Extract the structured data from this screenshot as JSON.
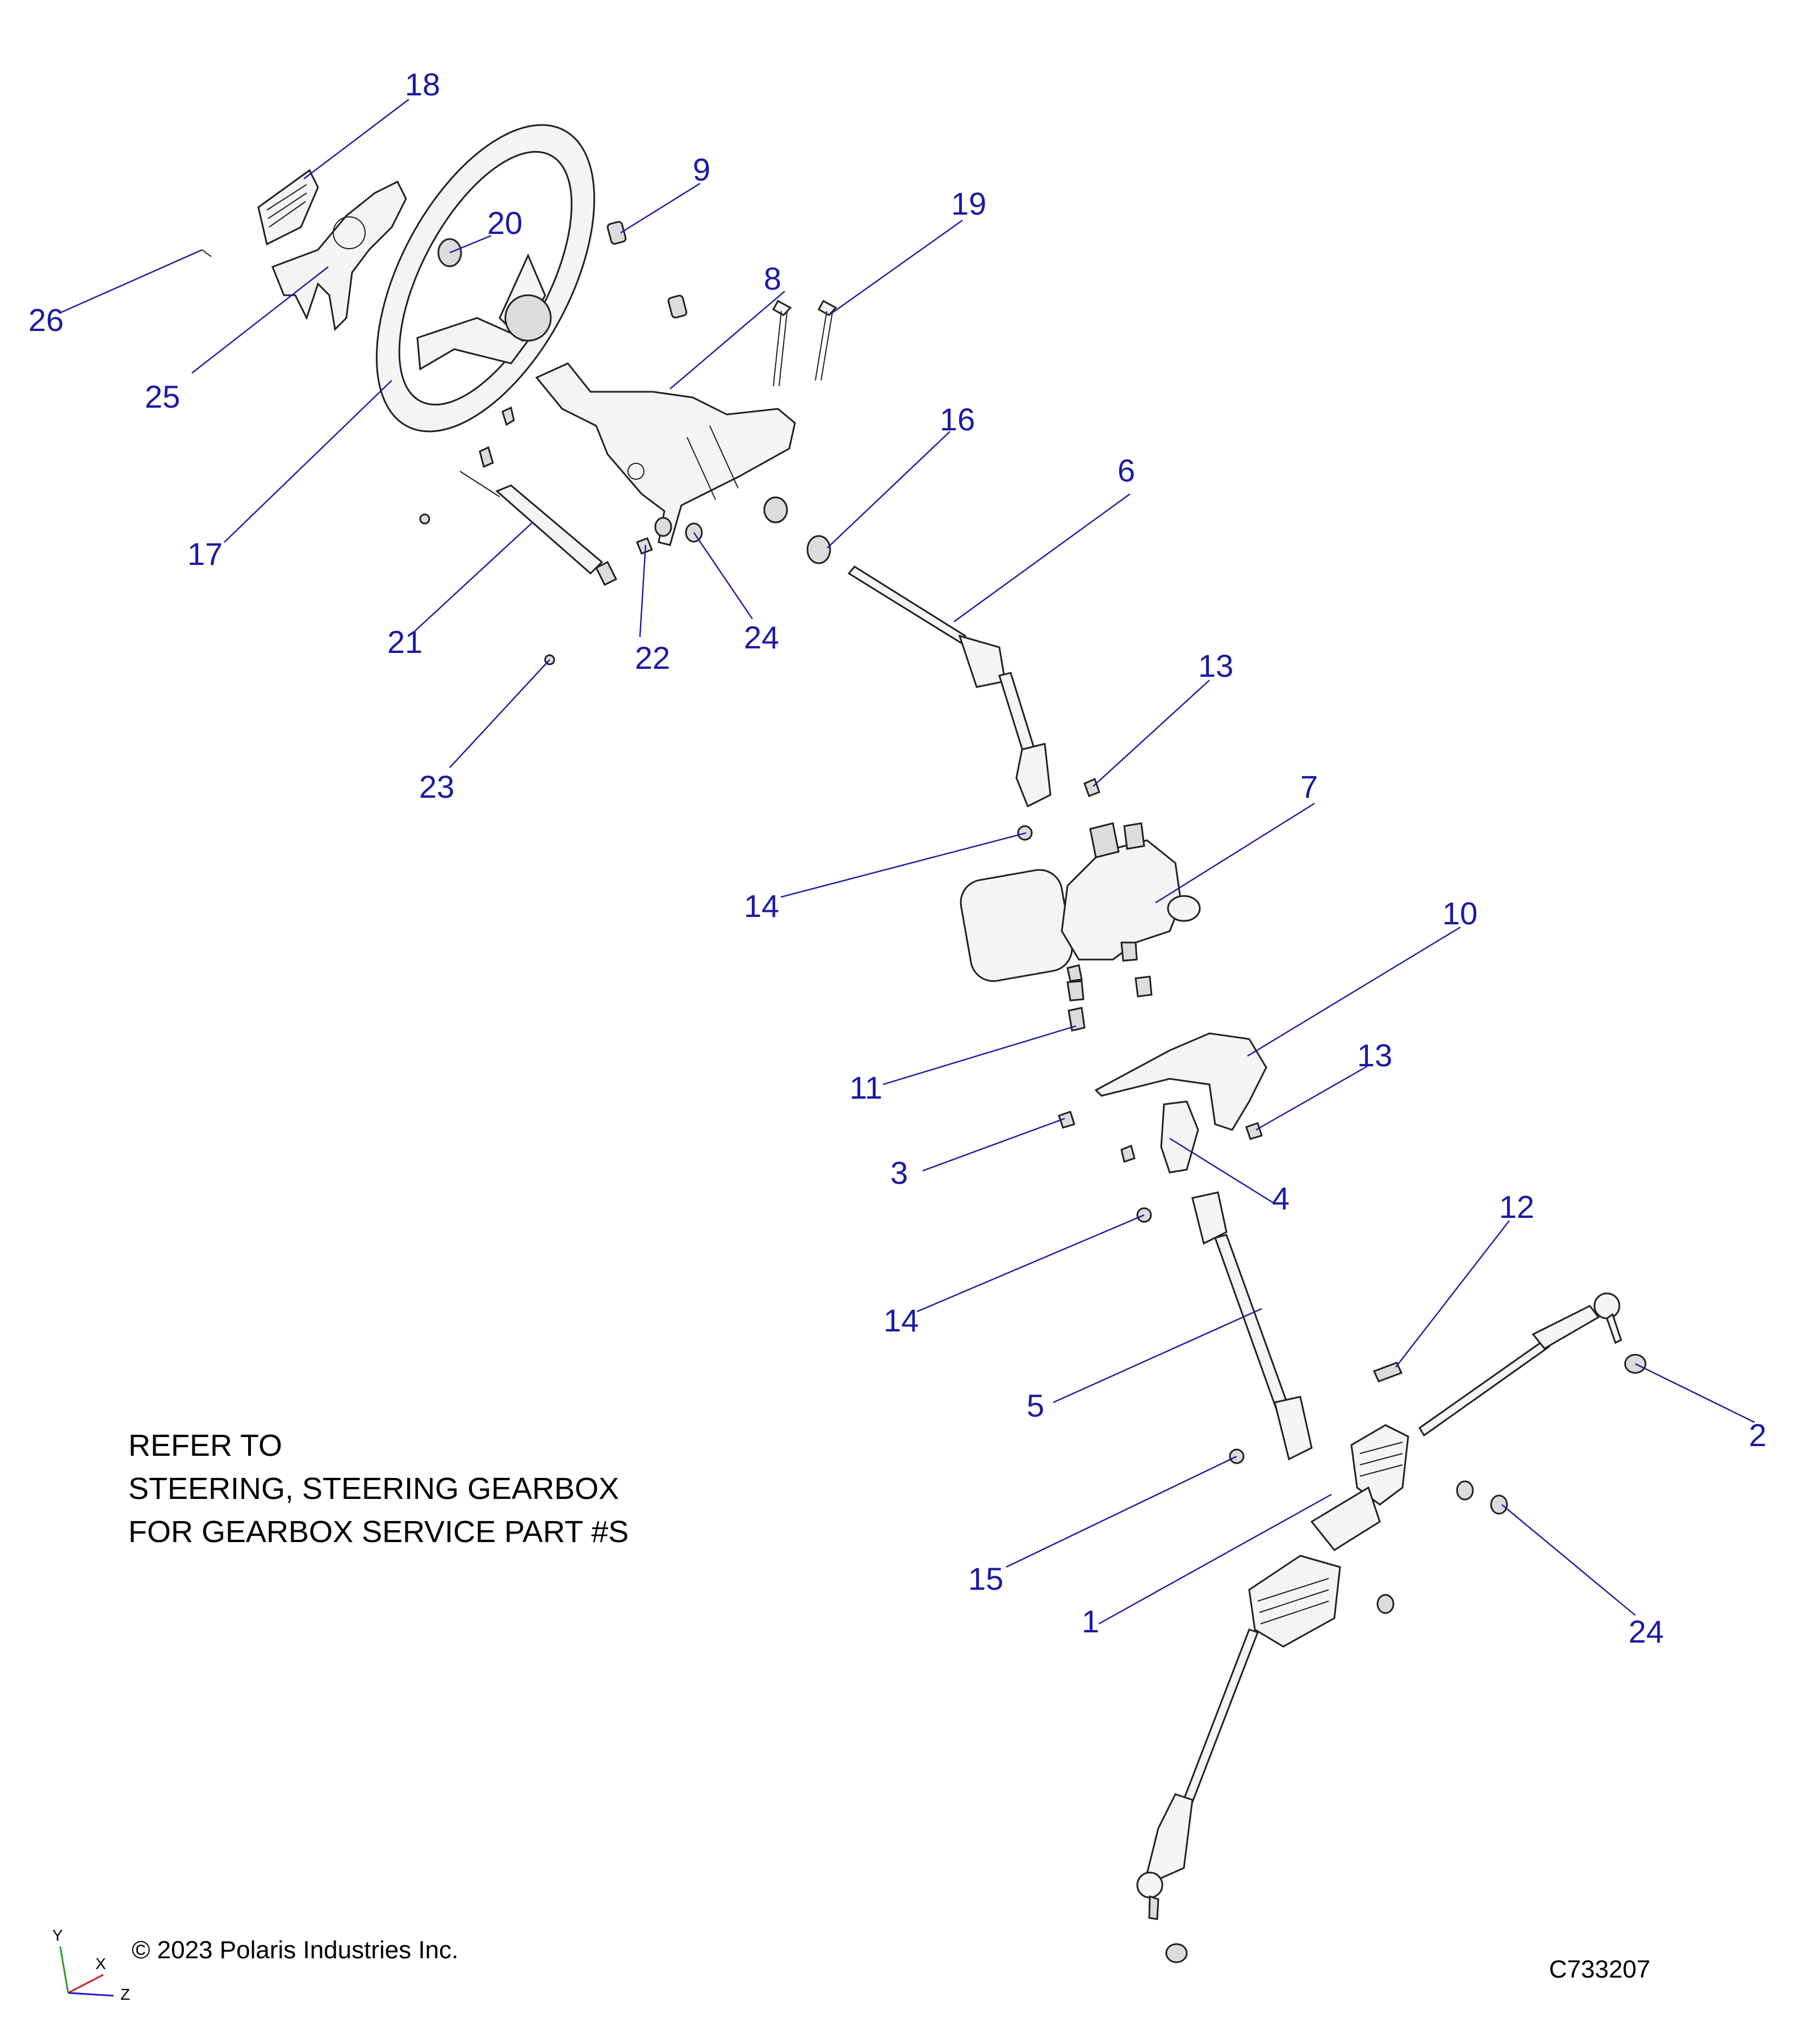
{
  "callouts": {
    "c1": "1",
    "c2": "2",
    "c3": "3",
    "c4": "4",
    "c5": "5",
    "c6": "6",
    "c7": "7",
    "c8": "8",
    "c9": "9",
    "c10": "10",
    "c11": "11",
    "c12": "12",
    "c13a": "13",
    "c13b": "13",
    "c14a": "14",
    "c14b": "14",
    "c15": "15",
    "c16": "16",
    "c17": "17",
    "c18": "18",
    "c19": "19",
    "c20": "20",
    "c21": "21",
    "c22": "22",
    "c23": "23",
    "c24a": "24",
    "c24b": "24",
    "c25": "25",
    "c26": "26"
  },
  "note": {
    "line1": "REFER TO",
    "line2": "STEERING, STEERING GEARBOX",
    "line3": "FOR GEARBOX SERVICE PART #S"
  },
  "footer": {
    "copyright": "© 2023 Polaris Industries Inc.",
    "drawing_id": "C733207"
  },
  "axes_triad": {
    "y": "Y",
    "x": "X",
    "z": "Z"
  },
  "colors": {
    "callout": "#1a1aa6",
    "line_art": "#222222",
    "background": "#ffffff"
  }
}
